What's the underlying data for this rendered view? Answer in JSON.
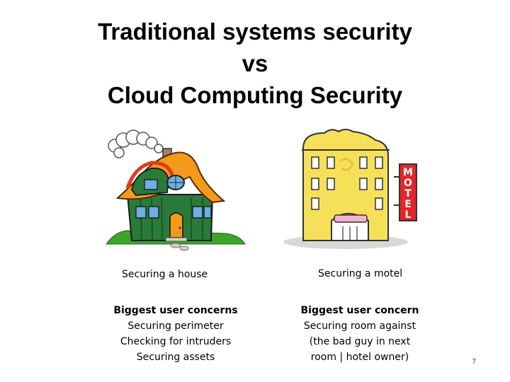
{
  "title": {
    "line1": "Traditional systems security",
    "line2": "vs",
    "line3": "Cloud Computing Security"
  },
  "house": {
    "caption": "Securing a house",
    "concerns_heading": "Biggest user concerns",
    "concerns": [
      "Securing perimeter",
      "Checking for intruders",
      "Securing assets"
    ]
  },
  "motel": {
    "caption": "Securing a motel",
    "sign_letters": [
      "M",
      "O",
      "T",
      "E",
      "L"
    ],
    "concerns_heading": "Biggest user concern",
    "concerns": [
      "Securing room against",
      "(the bad guy in next",
      "room | hotel owner)"
    ]
  },
  "page_number": "7"
}
